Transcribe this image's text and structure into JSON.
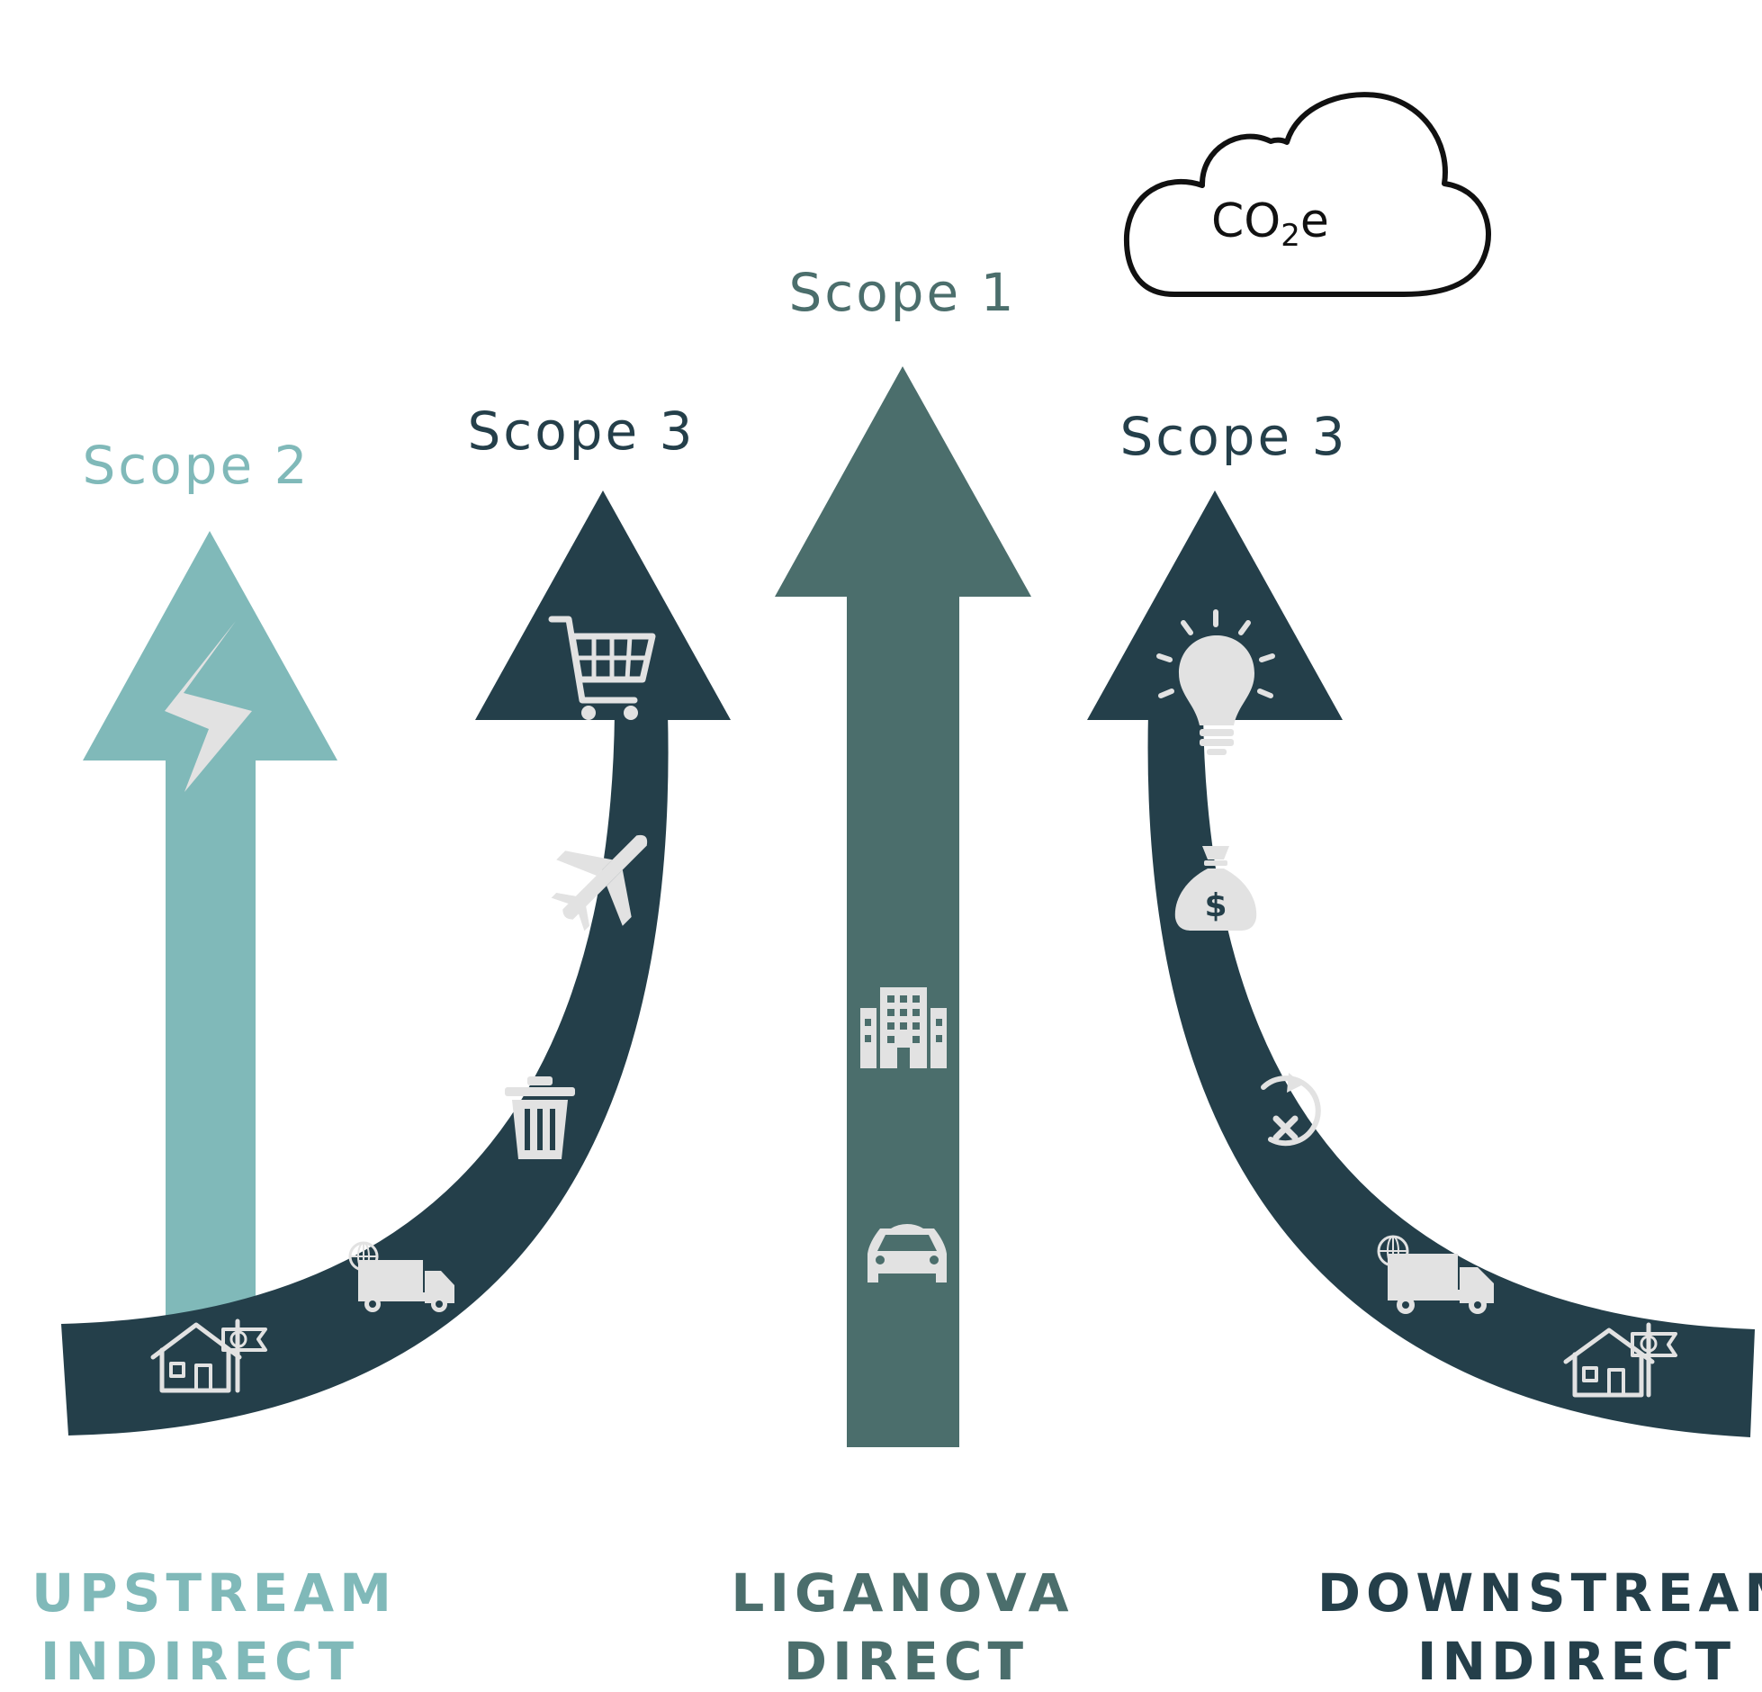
{
  "cloud": {
    "label": "CO",
    "sub": "2",
    "suffix": "e"
  },
  "scopes": {
    "scope2": "Scope 2",
    "scope3_up": "Scope 3",
    "scope1": "Scope 1",
    "scope3_down": "Scope 3"
  },
  "categories": {
    "upstream": {
      "line1": "UPSTREAM",
      "line2": "INDIRECT"
    },
    "direct": {
      "line1": "LIGANOVA",
      "line2": "DIRECT"
    },
    "downstream": {
      "line1": "DOWNSTREAM",
      "line2": "INDIRECT"
    }
  },
  "colors": {
    "scope2": "#80b9b9",
    "scope1": "#4b6e6c",
    "scope3": "#243f4a",
    "icon": "#e2e2e2"
  }
}
